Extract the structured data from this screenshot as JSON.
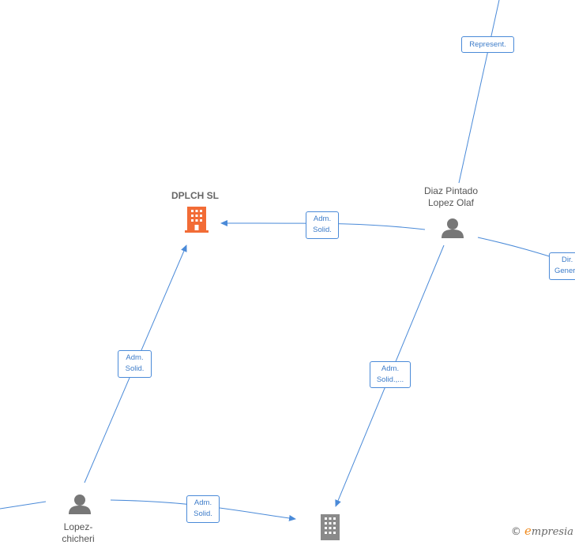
{
  "colors": {
    "edge": "#4a8ad8",
    "company_main": "#f26c36",
    "company_other": "#8a8a8a",
    "person": "#777777"
  },
  "nodes": {
    "dplch": {
      "label": "DPLCH  SL",
      "icon": "building-icon"
    },
    "diaz": {
      "label_line1": "Diaz Pintado",
      "label_line2": "Lopez Olaf",
      "icon": "person-icon"
    },
    "lopez": {
      "label_line1": "Lopez-",
      "label_line2": "chicheri",
      "icon": "person-icon"
    },
    "bottom_company": {
      "icon": "building-icon"
    }
  },
  "edges": {
    "represent": {
      "line1": "Represent.",
      "line2": ""
    },
    "diaz_dplch": {
      "line1": "Adm.",
      "line2": "Solid."
    },
    "lopez_dplch": {
      "line1": "Adm.",
      "line2": "Solid."
    },
    "diaz_bottom": {
      "line1": "Adm.",
      "line2": "Solid.,..."
    },
    "lopez_bottom": {
      "line1": "Adm.",
      "line2": "Solid."
    },
    "dir_gen": {
      "line1": "Dir.",
      "line2": "Gener"
    }
  },
  "watermark": {
    "copyright": "©",
    "brand_initial": "e",
    "brand_rest": "mpresia"
  }
}
